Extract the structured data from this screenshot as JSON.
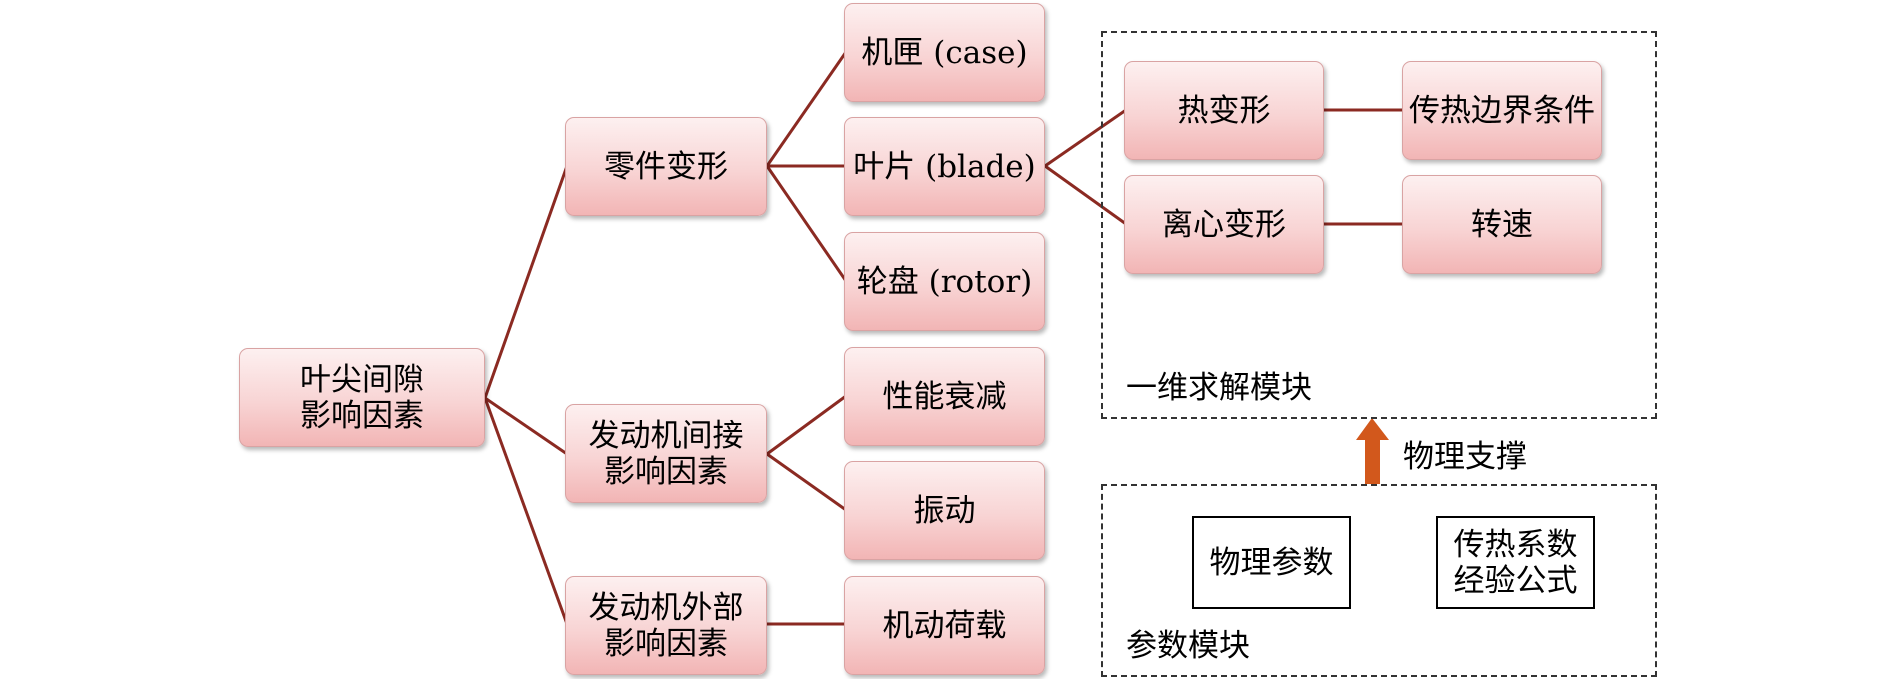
{
  "tree": {
    "root": "叶尖间隙\n影响因素",
    "level1": [
      "零件变形",
      "发动机间接\n影响因素",
      "发动机外部\n影响因素"
    ],
    "level2": [
      "机匣 (case)",
      "叶片 (blade)",
      "轮盘 (rotor)",
      "性能衰减",
      "振动",
      "机动荷载"
    ],
    "level3": [
      "热变形",
      "离心变形"
    ],
    "level4": [
      "传热边界条件",
      "转速"
    ]
  },
  "modules": {
    "solver_label": "一维求解模块",
    "param_label": "参数模块",
    "arrow_label": "物理支撑",
    "params": [
      "物理参数",
      "传热系数\n经验公式"
    ]
  },
  "colors": {
    "link": "#8b2a22",
    "arrow": "#d2581c",
    "node_fill_top": "#fdf0f0",
    "node_fill_bottom": "#f2b5b5"
  }
}
